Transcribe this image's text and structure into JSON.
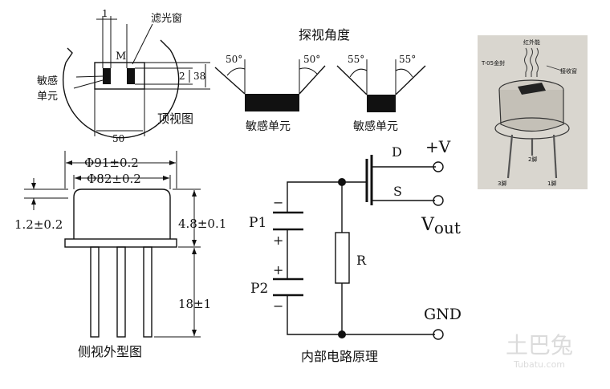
{
  "top_view": {
    "label_window": "滤光窗",
    "label_m": "M",
    "label_element_1": "敏感",
    "label_element_2": "单元",
    "dim_1": "1",
    "dim_2": "2",
    "dim_38": "38",
    "dim_50": "50",
    "title": "顶视图"
  },
  "angles": {
    "title": "探视角度",
    "left_a": "50°",
    "left_b": "50°",
    "right_a": "55°",
    "right_b": "55°",
    "left_label": "敏感单元",
    "right_label": "敏感单元"
  },
  "side_view": {
    "d1": "Φ91±0.2",
    "d2": "Φ82±0.2",
    "h1": "1.2±0.2",
    "h2": "4.8±0.1",
    "h3": "18±1",
    "title": "侧视外型图"
  },
  "circuit": {
    "d": "D",
    "s": "S",
    "v_plus": "+V",
    "v_out_v": "V",
    "v_out_sub": "out",
    "r": "R",
    "p1": "P1",
    "p2": "P2",
    "plus": "+",
    "minus": "−",
    "gnd": "GND",
    "title": "内部电路原理"
  },
  "photo": {
    "label_ir": "红外能",
    "label_model": "T-05金封",
    "label_window": "接收窗",
    "pin2": "2脚",
    "pin3": "3脚",
    "pin1": "1脚"
  },
  "watermark": {
    "main": "土巴兔",
    "sub": "Tubatu.com"
  },
  "colors": {
    "ink": "#111111",
    "photo_bg": "#d9d6cf"
  }
}
